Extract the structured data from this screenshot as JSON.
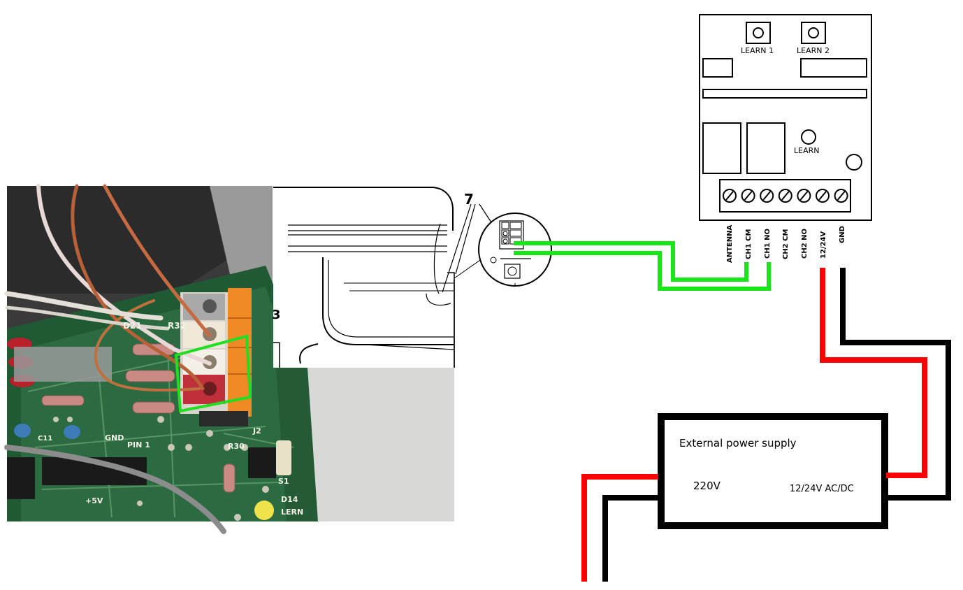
{
  "receiver": {
    "buttons": [
      "LEARN 1",
      "LEARN 2"
    ],
    "learn_label": "LEARN",
    "terminals": [
      "ANTENNA",
      "CH1 CM",
      "CH1 NO",
      "CH2 CM",
      "CH2 NO",
      "12/24V",
      "GND"
    ]
  },
  "opener": {
    "callout_number": "7",
    "side_number": "3"
  },
  "pcb_photo": {
    "silkscreen": [
      "D21",
      "R32",
      "C11",
      "GND",
      "PIN 1",
      "+5V",
      "R30",
      "D14",
      "LERN",
      "S1",
      "J2"
    ]
  },
  "power_supply": {
    "title": "External power supply",
    "input_label": "220V",
    "output_label": "12/24V AC/DC"
  },
  "wire_colors": {
    "signal": "#19e619",
    "positive": "#ff0000",
    "ground": "#000000",
    "highlight": "#22dd22"
  }
}
